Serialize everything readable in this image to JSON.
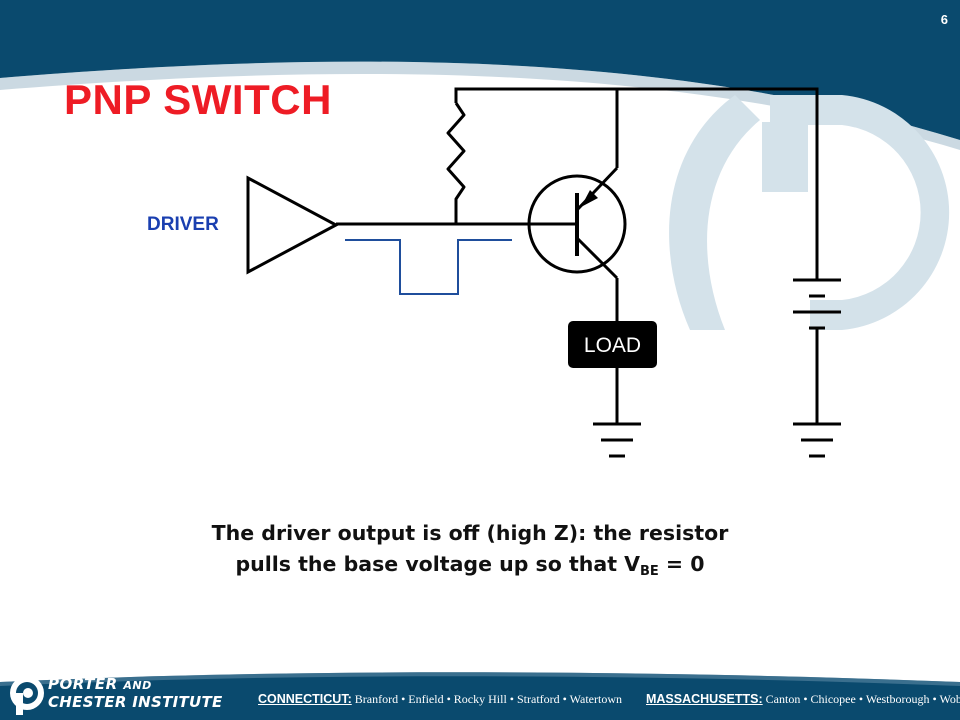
{
  "slide": {
    "page_number": "6",
    "title": "PNP SWITCH",
    "driver_label": "DRIVER",
    "load_label": "LOAD",
    "caption": {
      "line1": "The driver output is off (high Z): the resistor",
      "line2_prefix": "pulls the base voltage up so that V",
      "line2_subscript": "BE",
      "line2_suffix": " = 0"
    }
  },
  "footer": {
    "brand_line1_a": "PORTER ",
    "brand_line1_b": "AND",
    "brand_line2": "CHESTER INSTITUTE",
    "connecticut_label": "CONNECTICUT:",
    "connecticut_cities": "Branford • Enfield • Rocky Hill • Stratford • Watertown",
    "massachusetts_label": "MASSACHUSETTS:",
    "massachusetts_cities": "Canton • Chicopee • Westborough • Woburn"
  },
  "colors": {
    "banner_navy": "#0a4a6e",
    "watermark": "#d4e2ea",
    "title_red": "#ee1c25",
    "driver_blue": "#1a3fb0",
    "pulse_blue": "#1f4e9c",
    "wire": "#000000"
  },
  "icons": [
    "pc-logo-icon"
  ]
}
